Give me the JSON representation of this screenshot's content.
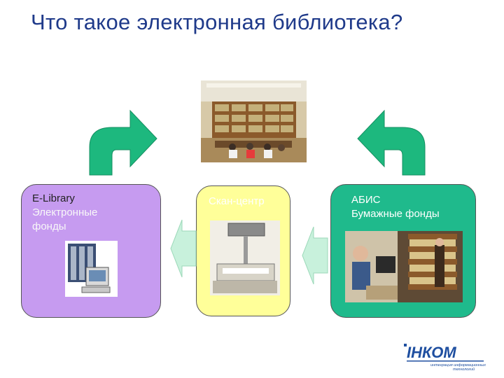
{
  "slide": {
    "title": "Что такое электронная библиотека?"
  },
  "boxes": {
    "elibrary": {
      "heading": "E-Library",
      "line1": "Электронные",
      "line2": "фонды",
      "color": "#c69bf0"
    },
    "scan": {
      "heading": "Скан-центр",
      "color": "#ffff99"
    },
    "abis": {
      "heading": "АБИС",
      "line1": "Бумажные фонды",
      "color": "#1fba8c"
    }
  },
  "colors": {
    "title": "#1f3a8a",
    "arrow": "#1db87e",
    "arrow_light": "#c8f1dc"
  },
  "logo": {
    "name": "ІНКОМ",
    "tagline_line1": "интеграция информационных",
    "tagline_line2": "технологий"
  },
  "icons": [
    "up-right-arrow-icon",
    "up-left-arrow-icon",
    "left-arrow-icon",
    "left-arrow-icon"
  ]
}
